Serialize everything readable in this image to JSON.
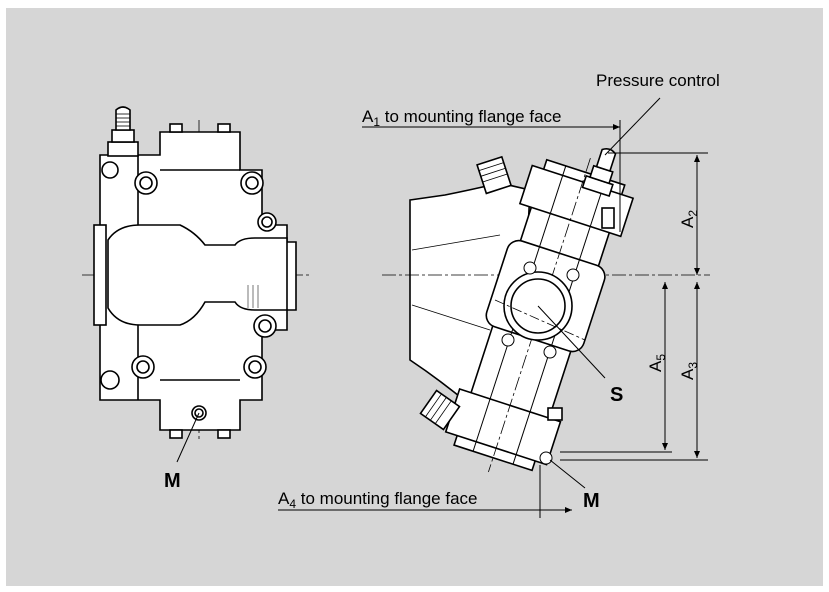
{
  "labels": {
    "pressure_control": "Pressure control",
    "a1": {
      "main": "A",
      "sub": "1",
      "suffix": " to mounting flange face"
    },
    "a4": {
      "main": "A",
      "sub": "4",
      "suffix": " to mounting flange face"
    },
    "a2": {
      "main": "A",
      "sub": "2"
    },
    "a3": {
      "main": "A",
      "sub": "3"
    },
    "a5": {
      "main": "A",
      "sub": "5"
    },
    "m_left": "M",
    "m_right": "M",
    "s_port": "S"
  },
  "colors": {
    "background": "#d6d6d6",
    "line": "#000000",
    "body_fill": "#ffffff",
    "hatch": "#555555"
  }
}
